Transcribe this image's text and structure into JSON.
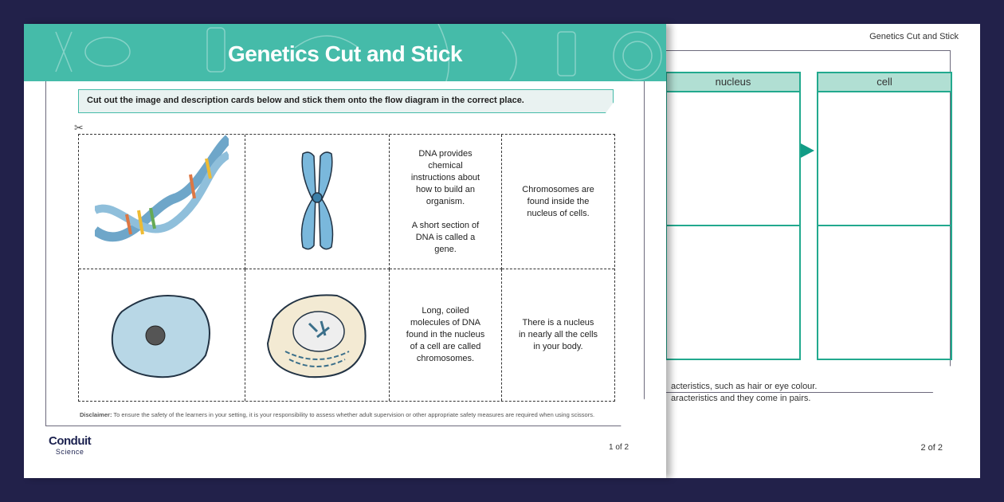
{
  "page1": {
    "title": "Genetics Cut and Stick",
    "instruction": "Cut out the image and description cards below and stick them onto the flow diagram in the correct place.",
    "cards": [
      {
        "type": "image",
        "image": "dna-double-helix"
      },
      {
        "type": "image",
        "image": "chromosome"
      },
      {
        "type": "text",
        "text": "DNA provides chemical instructions about how to build an organism.\n\nA short section of DNA is called a gene."
      },
      {
        "type": "text",
        "text": "Chromosomes are found inside the nucleus of cells."
      },
      {
        "type": "image",
        "image": "cell"
      },
      {
        "type": "image",
        "image": "nucleus-with-chromosomes"
      },
      {
        "type": "text",
        "text": "Long, coiled molecules of DNA found in the nucleus of a cell are called chromosomes."
      },
      {
        "type": "text",
        "text": "There is a nucleus in nearly all the cells in your body."
      }
    ],
    "disclaimer_label": "Disclaimer:",
    "disclaimer": " To ensure the safety of the learners in your setting, it is your responsibility to assess whether adult supervision or other appropriate safety measures are required when using scissors.",
    "logo_line1": "Conduit",
    "logo_line2": "Science",
    "page_number": "1 of 2"
  },
  "page2": {
    "header": "Genetics Cut and Stick",
    "columns": [
      "nucleus",
      "cell"
    ],
    "text_line1": "acteristics, such as hair or eye colour.",
    "text_line2": "aracteristics and they come in pairs.",
    "page_number": "2 of 2"
  },
  "colors": {
    "background": "#22214a",
    "banner": "#45bba9",
    "accent": "#22a98e",
    "column_header": "#b1dfd3"
  }
}
